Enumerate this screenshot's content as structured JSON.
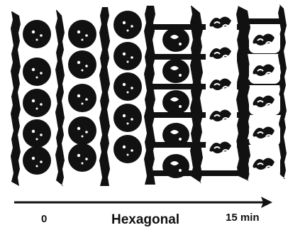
{
  "figure": {
    "time_axis": {
      "start_label": "0",
      "end_label": "15 min",
      "caption": "Hexagonal"
    },
    "stages": [
      {
        "state": "intact",
        "particle_count": 5
      },
      {
        "state": "intact",
        "particle_count": 5
      },
      {
        "state": "intact",
        "particle_count": 5
      },
      {
        "state": "partially-deformed",
        "particle_count": 5
      },
      {
        "state": "deformed",
        "particle_count": 5
      },
      {
        "state": "deformed",
        "particle_count": 5
      }
    ],
    "colors": {
      "ink": "#111111",
      "background": "#ffffff"
    }
  }
}
